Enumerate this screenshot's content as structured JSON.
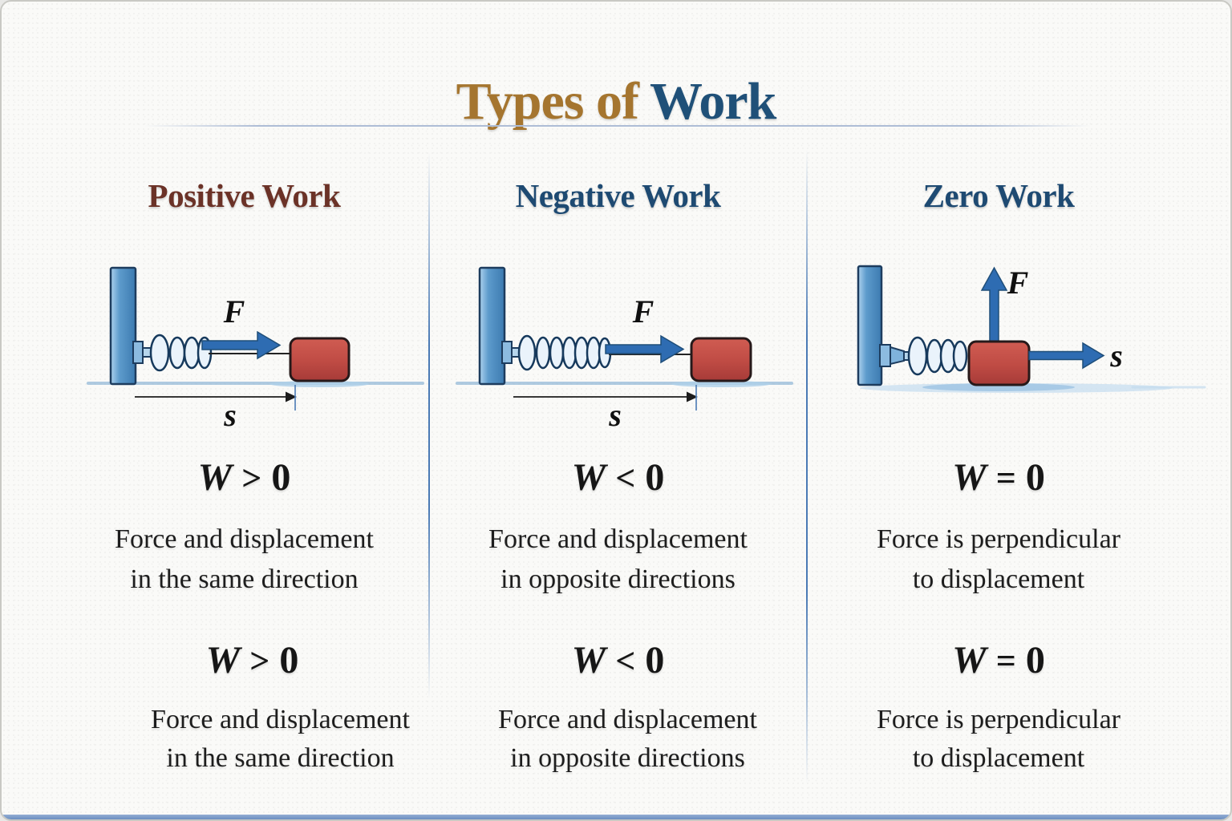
{
  "title": {
    "part1": "Types of",
    "part2": "Work"
  },
  "colors": {
    "title_gold": "#a5752f",
    "title_blue": "#1f5078",
    "positive_heading": "#6b3227",
    "negative_heading": "#1e4a72",
    "zero_heading": "#1e4a72",
    "wall_blue": "#4f93c8",
    "block_red": "#c04c44",
    "force_arrow_blue": "#2e6cb2",
    "ground_blue": "#8fb6d6",
    "divider_blue": "#4a7ab5",
    "body_text": "#1d1d1d"
  },
  "columns": [
    {
      "heading": "Positive Work",
      "diagram": {
        "force_label": "F",
        "displacement_label": "s"
      },
      "equation": {
        "variable": "W",
        "operator": ">",
        "value": "0"
      },
      "description": {
        "line1": "Force and displacement",
        "line2": "in the same direction"
      }
    },
    {
      "heading": "Negative Work",
      "diagram": {
        "force_label": "F",
        "displacement_label": "s"
      },
      "equation": {
        "variable": "W",
        "operator": "<",
        "value": "0"
      },
      "description": {
        "line1": "Force and displacement",
        "line2": "in opposite directions"
      }
    },
    {
      "heading": "Zero Work",
      "diagram": {
        "force_label": "F",
        "displacement_label": "s"
      },
      "equation": {
        "variable": "W",
        "operator": "=",
        "value": "0"
      },
      "description": {
        "line1": "Force is perpendicular",
        "line2": "to displacement"
      }
    }
  ]
}
